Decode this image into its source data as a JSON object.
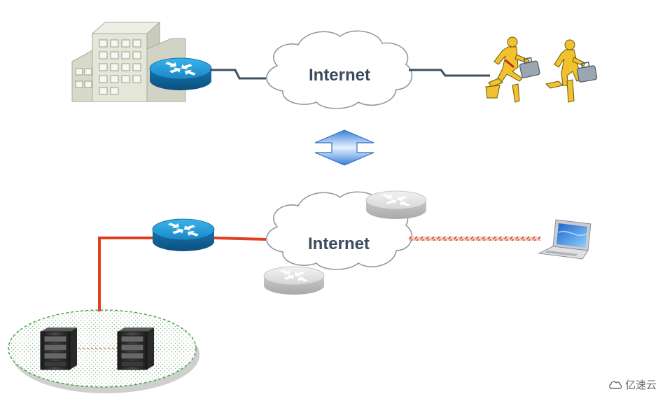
{
  "top_scene": {
    "cloud_label": "Internet"
  },
  "bottom_scene": {
    "cloud_label": "Internet"
  },
  "watermark": {
    "text": "亿速云"
  },
  "icons": [
    "office-building-icon",
    "router-icon",
    "internet-cloud-icon",
    "mobile-worker-icon",
    "bidirectional-arrow-icon",
    "laptop-icon",
    "server-icon"
  ],
  "colors": {
    "router_blue": "#1f8fcf",
    "plain_link": "#3d4f60",
    "vpn_link": "#e0401e",
    "remote_worker": "#f2c12e",
    "cloud_stroke": "#8a9aa6",
    "lan_border": "#3fa53f"
  }
}
